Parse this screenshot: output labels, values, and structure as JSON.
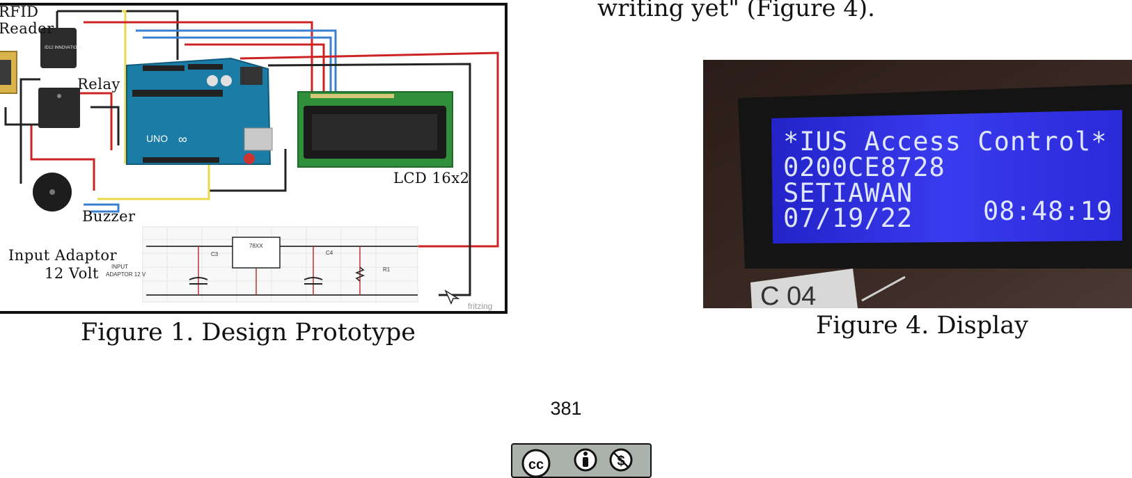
{
  "body_text": "writing yet\" (Figure 4).",
  "figure1": {
    "caption": "Figure 1. Design Prototype",
    "labels": {
      "rfid": "RFID",
      "reader": "Reader",
      "relay": "Relay",
      "buzzer": "Buzzer",
      "input_adaptor_line1": "Input Adaptor",
      "input_adaptor_line2": "12 Volt",
      "lcd": "LCD 16x2",
      "schem_input": "INPUT",
      "schem_adaptor": "ADAPTOR 12 V",
      "ic": "78XX",
      "c3": "C3",
      "c4": "C4",
      "r": "R1",
      "rfid_module": "ID12 INNOVATIONS",
      "arduino_logo": "UNO",
      "watermark": "fritzing"
    }
  },
  "figure4": {
    "caption": "Figure 4. Display",
    "lcd_lines": [
      "*IUS Access Control*",
      "0200CE8728",
      "SETIAWAN",
      "07/19/22"
    ],
    "lcd_time": "08:48:19",
    "sticker": "C 04"
  },
  "page_number": "381",
  "license_badge": {
    "cc": "cc",
    "by_icon": "attribution-icon",
    "nc_icon": "noncommercial-icon"
  }
}
